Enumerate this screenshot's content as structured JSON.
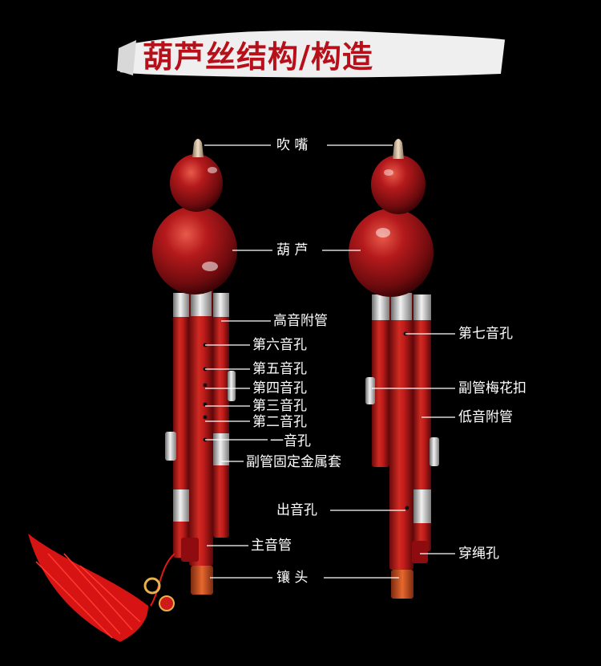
{
  "title": "葫芦丝结构/构造",
  "colors": {
    "wood": "#c01a1a",
    "gourd": "#a8141a",
    "silver": "#d9d9d9",
    "tassel": "#e01818",
    "background": "#000000"
  },
  "labels": {
    "mouthpiece": "吹 嘴",
    "gourd": "葫 芦",
    "high_pipe": "高音附管",
    "hole6": "第六音孔",
    "hole5": "第五音孔",
    "hole4": "第四音孔",
    "hole3": "第三音孔",
    "hole2": "第二音孔",
    "hole1": "一音孔",
    "clamp": "副管固定金属套",
    "main_pipe": "主音管",
    "tip": "镶 头",
    "hole7": "第七音孔",
    "flower_clasp": "副管梅花扣",
    "low_pipe": "低音附管",
    "sound_hole": "出音孔",
    "rope_hole": "穿绳孔"
  }
}
